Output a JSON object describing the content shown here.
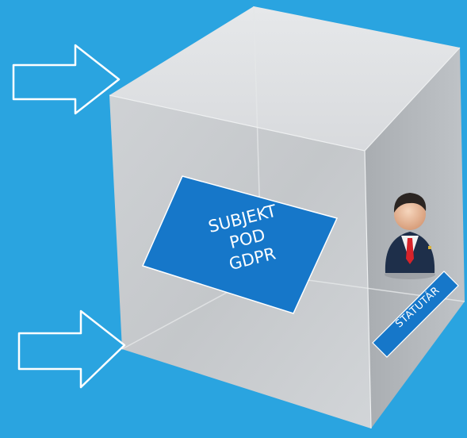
{
  "subject_card": {
    "lines": [
      "SUBJEKT",
      "POD",
      "GDPR"
    ]
  },
  "statutar_tag": {
    "label": "STATUTÁR"
  },
  "icons": {
    "arrows": [
      "arrow-right-icon",
      "arrow-right-icon"
    ],
    "person": "businessman-icon"
  },
  "colors": {
    "background": "#2aa4e0",
    "card": "#1677c9",
    "cube": "#c9cccf"
  }
}
